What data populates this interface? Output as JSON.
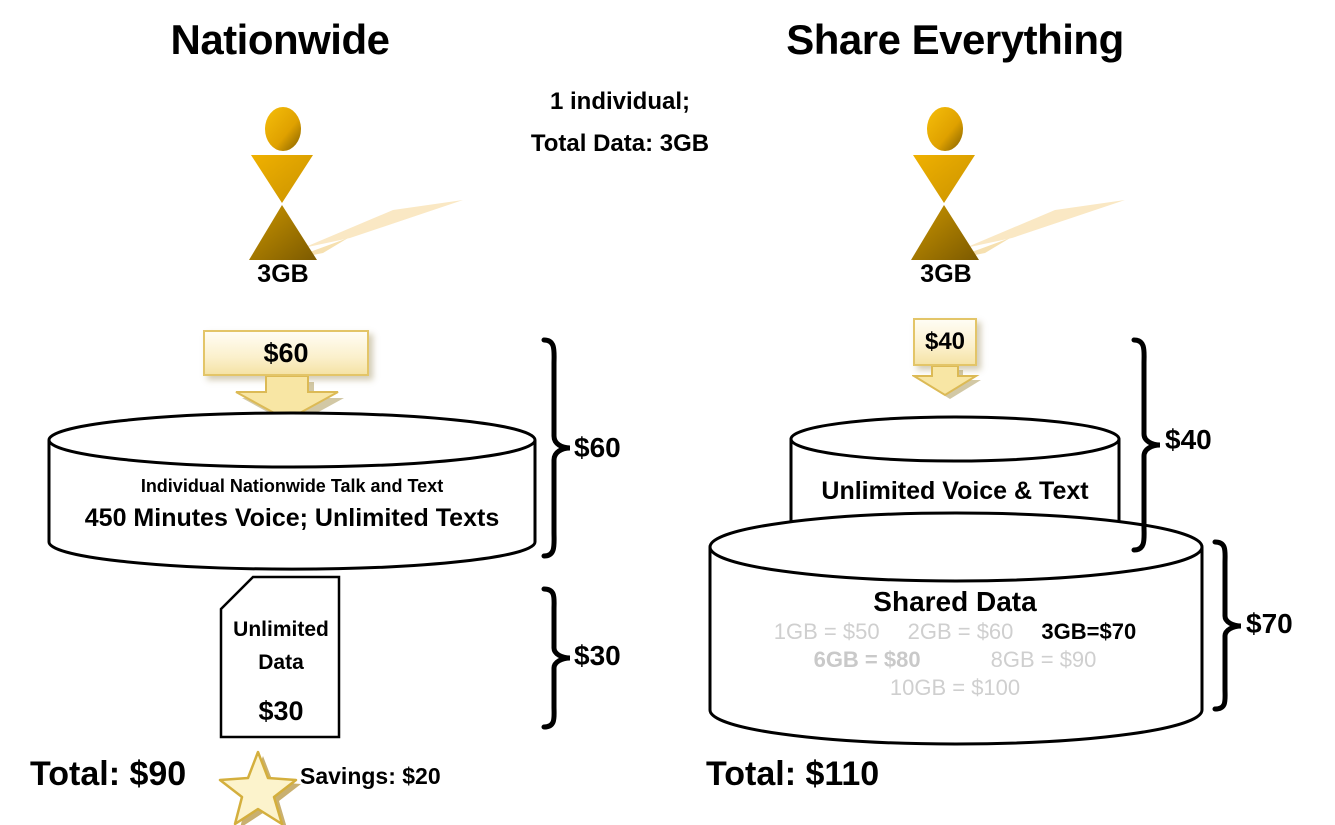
{
  "center_note": {
    "line1": "1 individual;",
    "line2": "Total Data: 3GB"
  },
  "nationwide": {
    "title": "Nationwide",
    "person_data": "3GB",
    "callout": "$60",
    "voice_cylinder": {
      "line1": "Individual Nationwide Talk and Text",
      "line2": "450 Minutes Voice; Unlimited Texts"
    },
    "voice_brace_label": "$60",
    "data_note": {
      "line1": "Unlimited",
      "line2": "Data",
      "price": "$30"
    },
    "data_brace_label": "$30",
    "total": "Total: $90",
    "savings": "Savings: $20"
  },
  "share_everything": {
    "title": "Share Everything",
    "person_data": "3GB",
    "callout": "$40",
    "voice_cylinder_label": "Unlimited Voice & Text",
    "voice_brace_label": "$40",
    "data_cylinder": {
      "title": "Shared Data",
      "options": [
        {
          "label": "1GB = $50",
          "emphasis": "muted"
        },
        {
          "label": "2GB = $60",
          "emphasis": "muted"
        },
        {
          "label": "3GB=$70",
          "emphasis": "selected"
        },
        {
          "label": "6GB = $80",
          "emphasis": "muted-bold"
        },
        {
          "label": "8GB = $90",
          "emphasis": "muted"
        },
        {
          "label": "10GB = $100",
          "emphasis": "muted"
        }
      ]
    },
    "data_brace_label": "$70",
    "total": "Total: $110"
  },
  "colors": {
    "gold": "#DFA100",
    "gold_dark": "#7F5E00",
    "pale_gold": "#FAE8C4",
    "callout_fill": "#FBF0CC",
    "callout_border": "#E3C568",
    "muted_text": "#CFCFCF",
    "text": "#000000"
  }
}
